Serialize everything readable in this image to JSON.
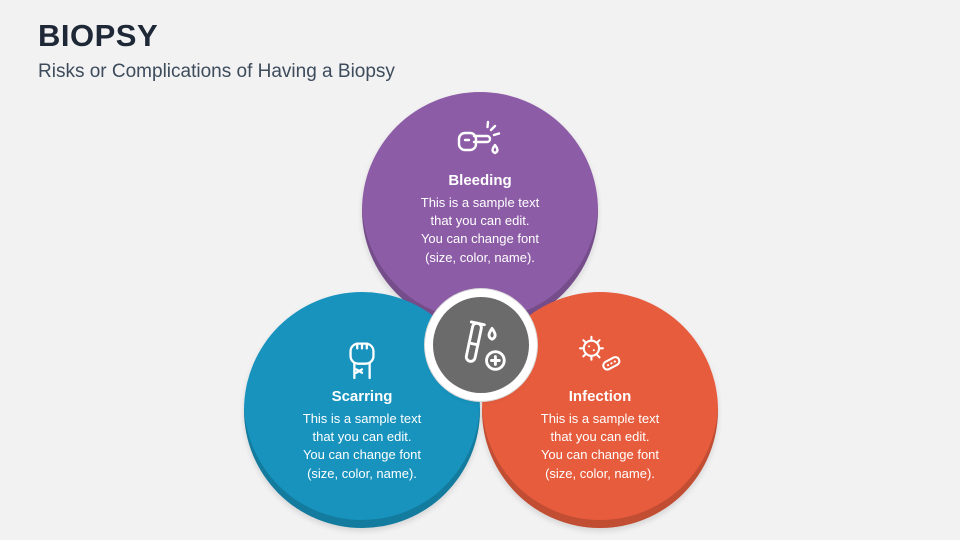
{
  "slide": {
    "title": "BIOPSY",
    "subtitle": "Risks or Complications of Having a Biopsy",
    "background_color": "#f2f2f3",
    "title_color": "#1e2836",
    "subtitle_color": "#3d4b5b"
  },
  "circles": [
    {
      "label": "Bleeding",
      "body": "This is a sample text\nthat you can edit.\nYou can change font\n(size, color, name).",
      "color": "#8d5ca6",
      "icon": "bleeding-hand-icon"
    },
    {
      "label": "Scarring",
      "body": "This is a sample text\nthat you can edit.\nYou can change font\n(size, color, name).",
      "color": "#1793bd",
      "icon": "scarring-fist-icon"
    },
    {
      "label": "Infection",
      "body": "This is a sample text\nthat you can edit.\nYou can change font\n(size, color, name).",
      "color": "#e65c3d",
      "icon": "infection-germs-icon"
    }
  ],
  "center": {
    "icon": "biopsy-sample-icon",
    "color": "#6b6b6b",
    "text_color": "#ffffff"
  }
}
